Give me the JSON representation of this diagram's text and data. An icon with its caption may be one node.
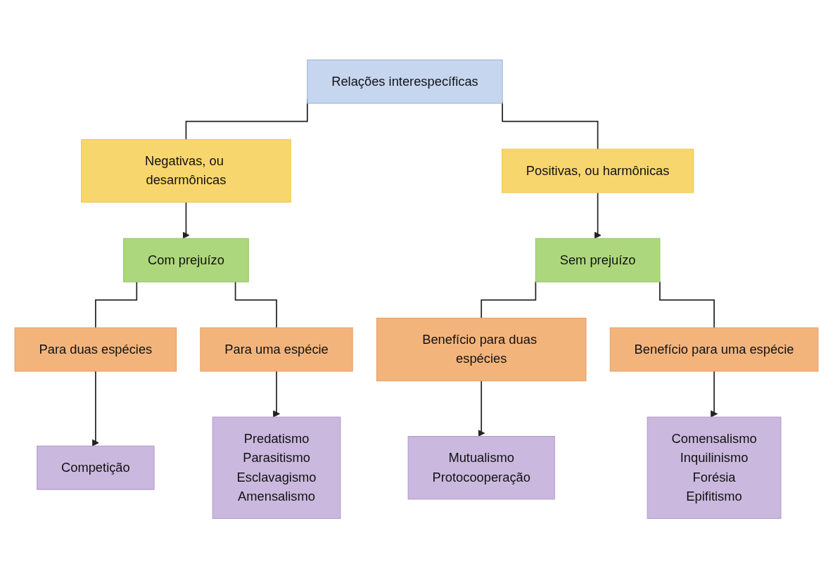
{
  "diagram": {
    "nodes": [
      {
        "text": [
          "Relações interespecíficas"
        ]
      },
      {
        "text": [
          "Negativas, ou desarmônicas"
        ]
      },
      {
        "text": [
          "Positivas, ou harmônicas"
        ]
      },
      {
        "text": [
          "Com prejuízo"
        ]
      },
      {
        "text": [
          "Sem prejuízo"
        ]
      },
      {
        "text": [
          "Para duas espécies"
        ]
      },
      {
        "text": [
          "Para uma espécie"
        ]
      },
      {
        "text": [
          "Benefício para duas espécies"
        ]
      },
      {
        "text": [
          "Benefício para uma espécie"
        ]
      },
      {
        "text": [
          "Competição"
        ]
      },
      {
        "text": [
          "Predatismo",
          "Parasitismo",
          "Esclavagismo",
          "Amensalismo"
        ]
      },
      {
        "text": [
          "Mutualismo",
          "Protocooperação"
        ]
      },
      {
        "text": [
          "Comensalismo",
          "Inquilinismo",
          "Forésia",
          "Epifitismo"
        ]
      }
    ],
    "edges": [
      {
        "from": 0,
        "to": 1,
        "arrow": "none"
      },
      {
        "from": 0,
        "to": 2,
        "arrow": "none"
      },
      {
        "from": 1,
        "to": 3,
        "arrow": "to"
      },
      {
        "from": 2,
        "to": 4,
        "arrow": "to"
      },
      {
        "from": 3,
        "to": 5,
        "arrow": "none"
      },
      {
        "from": 3,
        "to": 6,
        "arrow": "none"
      },
      {
        "from": 4,
        "to": 7,
        "arrow": "none"
      },
      {
        "from": 4,
        "to": 8,
        "arrow": "none"
      },
      {
        "from": 5,
        "to": 9,
        "arrow": "to"
      },
      {
        "from": 6,
        "to": 10,
        "arrow": "to"
      },
      {
        "from": 7,
        "to": 11,
        "arrow": "to"
      },
      {
        "from": 8,
        "to": 12,
        "arrow": "to"
      }
    ]
  }
}
